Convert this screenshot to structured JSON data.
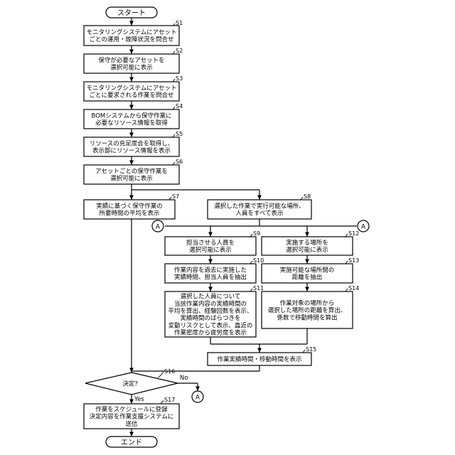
{
  "start": "スタート",
  "end": "エンド",
  "steps": {
    "s1": {
      "label": "S1",
      "lines": [
        "モニタリングシステムにアセット",
        "ごとの運用・故障状況を問合せ"
      ]
    },
    "s2": {
      "label": "S2",
      "lines": [
        "保守が必要なアセットを",
        "選択可能に表示"
      ]
    },
    "s3": {
      "label": "S3",
      "lines": [
        "モニタリングシステムにアセット",
        "ごとに要求される作業を問合せ"
      ]
    },
    "s4": {
      "label": "S4",
      "lines": [
        "BOMシステムから保守作業に",
        "必要なリソース情報を取得"
      ]
    },
    "s5": {
      "label": "S5",
      "lines": [
        "リソースの充足度合を取得し、",
        "表示部にリソース情報を表示"
      ]
    },
    "s6": {
      "label": "S6",
      "lines": [
        "アセットごとの保守作業を",
        "選択可能に表示"
      ]
    },
    "s7": {
      "label": "S7",
      "lines": [
        "実績に基づく保守作業の",
        "所要時間の平均を表示"
      ]
    },
    "s8": {
      "label": "S8",
      "lines": [
        "選択した作業で実行可能な場所、",
        "人員をすべて表示"
      ]
    },
    "s9": {
      "label": "S9",
      "lines": [
        "担当させる人員を",
        "選択可能に表示"
      ]
    },
    "s10": {
      "label": "S10",
      "lines": [
        "作業内容を過去に実施した",
        "実績時間、担当人員を抽出"
      ]
    },
    "s11": {
      "label": "S11",
      "lines": [
        "選択した人員について",
        "当該作業内容の実績時間の",
        "平均を算出、経験回数を表示、",
        "実績時間のばらつきを",
        "変動リスクとして表示、直近の",
        "作業密度から疲労度を表示"
      ]
    },
    "s12": {
      "label": "S12",
      "lines": [
        "実施する場所を",
        "選択可能に表示"
      ]
    },
    "s13": {
      "label": "S13",
      "lines": [
        "実施可能な場所間の",
        "距離を抽出"
      ]
    },
    "s14": {
      "label": "S14",
      "lines": [
        "作業対象の場所から",
        "選択した場所の距離を算出、",
        "係数で移動時間を算出"
      ]
    },
    "s15": {
      "label": "S15",
      "lines": [
        "作業実績時間・移動時間を表示"
      ]
    },
    "s16": {
      "label": "S16",
      "lines": [
        "決定？"
      ],
      "yes": "Yes",
      "no": "No"
    },
    "s17": {
      "label": "S17",
      "lines": [
        "作業をスケジュールに登録",
        "決定内容を作業支援システムに",
        "送信"
      ]
    }
  },
  "connector": "A"
}
